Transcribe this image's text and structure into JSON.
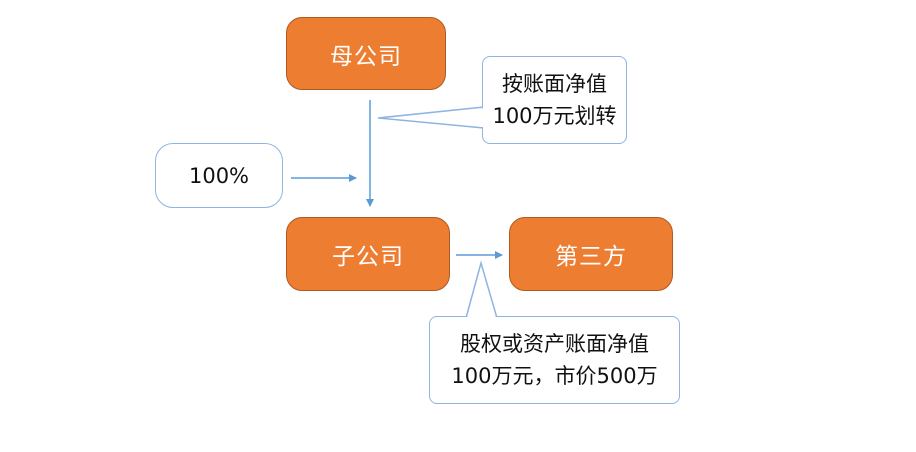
{
  "nodes": {
    "parent": "母公司",
    "subsidiary": "子公司",
    "third_party": "第三方"
  },
  "callouts": {
    "transfer_line1": "按账面净值",
    "transfer_line2": "100万元划转",
    "ownership": "100%",
    "sale_line1": "股权或资产账面净值",
    "sale_line2": "100万元，市价500万"
  },
  "colors": {
    "node_fill": "#ed7d31",
    "node_border": "#ae5a21",
    "callout_border": "#8eb4e3",
    "arrow": "#5b9bd5"
  }
}
